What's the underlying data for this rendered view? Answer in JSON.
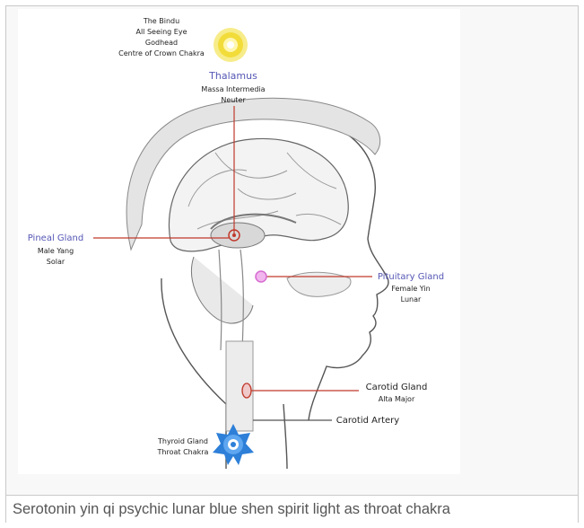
{
  "diagram": {
    "bindu": [
      "The Bindu",
      "All Seeing Eye",
      "Godhead",
      "Centre of Crown Chakra"
    ],
    "thalamus": {
      "title": "Thalamus",
      "lines": [
        "Massa Intermedia",
        "Neuter"
      ]
    },
    "pineal": {
      "title": "Pineal Gland",
      "lines": [
        "Male Yang",
        "Solar"
      ]
    },
    "pituitary": {
      "title": "Pituitary Gland",
      "lines": [
        "Female Yin",
        "Lunar"
      ]
    },
    "carotid_gland": {
      "title": "Carotid Gland",
      "lines": [
        "Alta Major"
      ]
    },
    "carotid_artery": "Carotid Artery",
    "thyroid": [
      "Thyroid Gland",
      "Throat Chakra"
    ]
  },
  "caption": "Serotonin yin qi psychic lunar blue shen spirit light as throat chakra",
  "colors": {
    "label_blue": "#5557b5",
    "pointer_red": "#c0392b",
    "crown_yellow": "#f2dc3a",
    "throat_blue": "#2d7fd8",
    "pituitary_pink": "#d66bd0"
  }
}
